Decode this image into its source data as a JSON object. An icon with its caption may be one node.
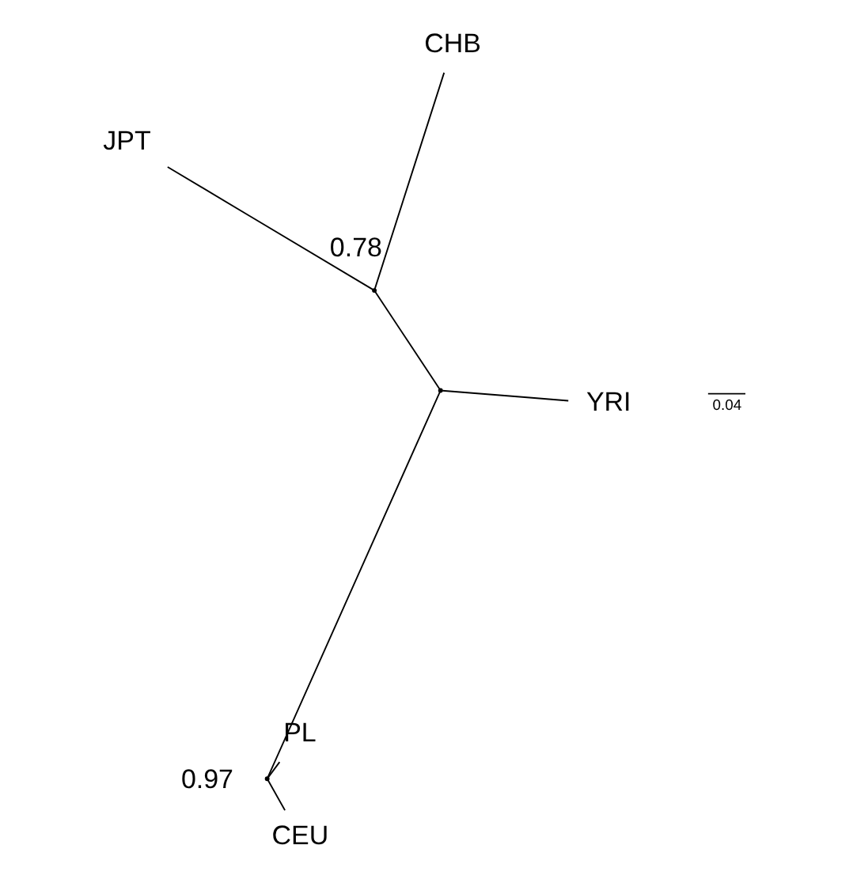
{
  "diagram": {
    "nodes": [
      {
        "text": [
          "JPT"
        ]
      },
      {
        "text": [
          "CHB"
        ]
      },
      {
        "text": [
          "CEU"
        ]
      },
      {
        "text": [
          "PL"
        ]
      },
      {
        "text": [
          "YRI"
        ]
      },
      {
        "text": [],
        "shape": "point",
        "beside": [
          "0.78"
        ]
      },
      {
        "text": [],
        "shape": "point"
      },
      {
        "text": [],
        "shape": "point",
        "beside": [
          "0.97"
        ]
      }
    ],
    "edges": [
      {
        "from": 5,
        "to": 0,
        "arrow": "none"
      },
      {
        "from": 5,
        "to": 1,
        "arrow": "none"
      },
      {
        "from": 6,
        "to": 5,
        "arrow": "none"
      },
      {
        "from": 6,
        "to": 4,
        "arrow": "none"
      },
      {
        "from": 7,
        "to": 6,
        "arrow": "none"
      },
      {
        "from": 7,
        "to": 2,
        "arrow": "none"
      },
      {
        "from": 7,
        "to": 3,
        "arrow": "none"
      }
    ],
    "labels": [
      "0.04"
    ]
  }
}
